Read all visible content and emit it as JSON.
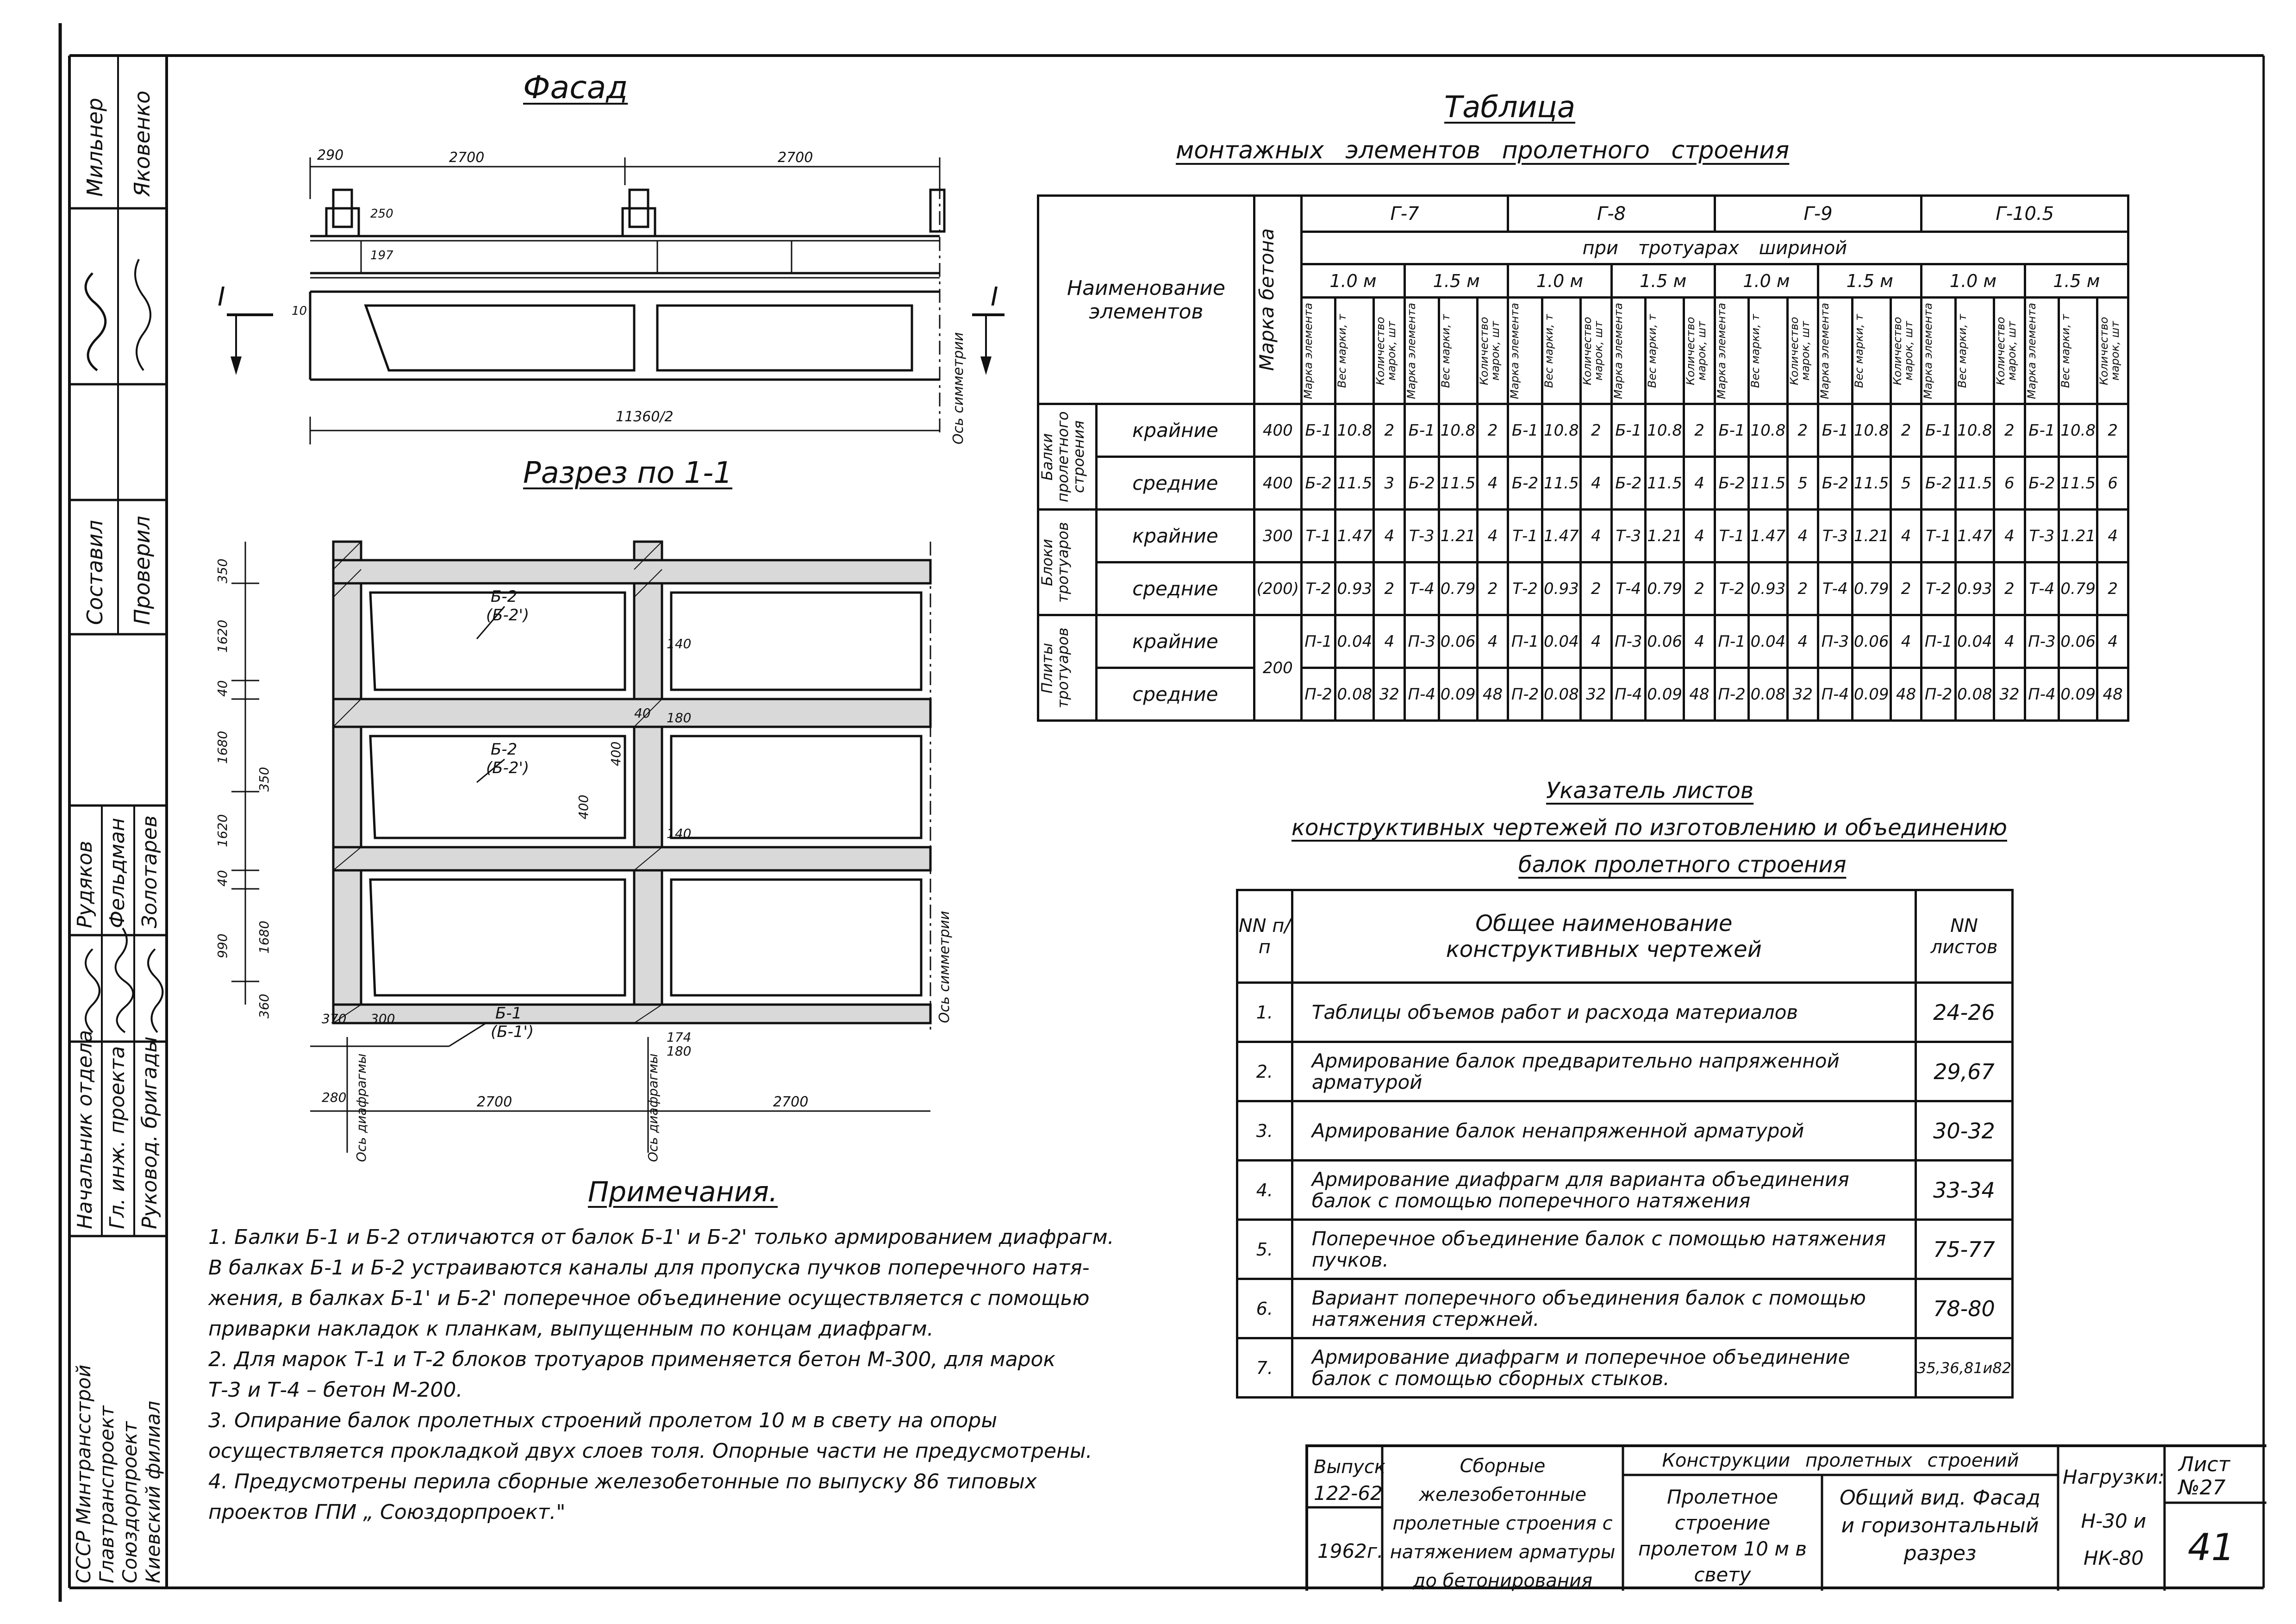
{
  "facade": {
    "title": "Фасад",
    "dims": {
      "d290": "290",
      "d2700a": "2700",
      "d2700b": "2700",
      "d250": "250",
      "d197": "197",
      "d10": "10",
      "d11360": "11360/2"
    },
    "section_mark": "I",
    "axis_label": "Ось симметрии"
  },
  "section": {
    "title": "Разрез по 1-1",
    "dims": {
      "d350a": "350",
      "d1620a": "1620",
      "d40a": "40",
      "d1680a": "1680",
      "d1620b": "1620",
      "d350b": "350",
      "d40b": "40",
      "d1680b": "1680",
      "d990": "990",
      "d360": "360",
      "d140a": "140",
      "d40c": "40",
      "d180": "180",
      "d400a": "400",
      "d400b": "400",
      "d140b": "140",
      "d174": "174",
      "d180b": "180",
      "d370": "370",
      "d300": "300",
      "d280": "280",
      "d2700a": "2700",
      "d2700b": "2700"
    },
    "beam_labels": [
      {
        "main": "Б-2",
        "alt": "(Б-2')"
      },
      {
        "main": "Б-2",
        "alt": "(Б-2')"
      },
      {
        "main": "Б-1",
        "alt": "(Б-1')"
      }
    ],
    "axis_symmetry": "Ось симметрии",
    "axis_diaphragm": "Ось диафрагмы"
  },
  "notes": {
    "title": "Примечания.",
    "items": [
      "1. Балки Б-1 и Б-2 отличаются от балок Б-1' и Б-2' только армированием диафрагм.",
      "В балках Б-1 и Б-2 устраиваются каналы для пропуска пучков поперечного натя-",
      "жения, в балках Б-1' и Б-2' поперечное объединение осуществляется с помощью",
      "приварки накладок к планкам, выпущенным по концам диафрагм.",
      "2. Для марок Т-1 и Т-2 блоков тротуаров применяется бетон М-300, для марок",
      "Т-3 и Т-4 – бетон М-200.",
      "3. Опирание балок пролетных строений пролетом 10 м в свету на опоры",
      "осуществляется прокладкой двух слоев толя. Опорные части не предусмотрены.",
      "4. Предусмотрены перила сборные железобетонные по выпуску 86 типовых",
      "проектов ГПИ „ Союздорпроект.\""
    ]
  },
  "elements_table": {
    "title": "Таблица",
    "subtitle": "монтажных элементов пролетного строения",
    "name_header": "Наименование элементов",
    "concrete_header": "Марка бетона",
    "widths_header": "при тротуарах шириной",
    "groups": [
      "Г-7",
      "Г-8",
      "Г-9",
      "Г-10.5"
    ],
    "widths": [
      "1.0 м",
      "1.5 м"
    ],
    "subcols": [
      "Марка элемента",
      "Вес марки, т",
      "Количество марок, шт"
    ],
    "categories": [
      {
        "name": "Балки пролетного строения",
        "rows": [
          {
            "name": "крайние",
            "concrete": "400",
            "cells": [
              "Б-1",
              "10.8",
              "2",
              "Б-1",
              "10.8",
              "2",
              "Б-1",
              "10.8",
              "2",
              "Б-1",
              "10.8",
              "2",
              "Б-1",
              "10.8",
              "2",
              "Б-1",
              "10.8",
              "2",
              "Б-1",
              "10.8",
              "2",
              "Б-1",
              "10.8",
              "2"
            ]
          },
          {
            "name": "средние",
            "concrete": "400",
            "cells": [
              "Б-2",
              "11.5",
              "3",
              "Б-2",
              "11.5",
              "4",
              "Б-2",
              "11.5",
              "4",
              "Б-2",
              "11.5",
              "4",
              "Б-2",
              "11.5",
              "5",
              "Б-2",
              "11.5",
              "5",
              "Б-2",
              "11.5",
              "6",
              "Б-2",
              "11.5",
              "6"
            ]
          }
        ]
      },
      {
        "name": "Блоки тротуаров",
        "rows": [
          {
            "name": "крайние",
            "concrete": "300",
            "cells": [
              "Т-1",
              "1.47",
              "4",
              "Т-3",
              "1.21",
              "4",
              "Т-1",
              "1.47",
              "4",
              "Т-3",
              "1.21",
              "4",
              "Т-1",
              "1.47",
              "4",
              "Т-3",
              "1.21",
              "4",
              "Т-1",
              "1.47",
              "4",
              "Т-3",
              "1.21",
              "4"
            ]
          },
          {
            "name": "средние",
            "concrete": "(200)",
            "cells": [
              "Т-2",
              "0.93",
              "2",
              "Т-4",
              "0.79",
              "2",
              "Т-2",
              "0.93",
              "2",
              "Т-4",
              "0.79",
              "2",
              "Т-2",
              "0.93",
              "2",
              "Т-4",
              "0.79",
              "2",
              "Т-2",
              "0.93",
              "2",
              "Т-4",
              "0.79",
              "2"
            ]
          }
        ]
      },
      {
        "name": "Плиты тротуаров",
        "rows": [
          {
            "name": "крайние",
            "concrete": "200",
            "cells": [
              "П-1",
              "0.04",
              "4",
              "П-3",
              "0.06",
              "4",
              "П-1",
              "0.04",
              "4",
              "П-3",
              "0.06",
              "4",
              "П-1",
              "0.04",
              "4",
              "П-3",
              "0.06",
              "4",
              "П-1",
              "0.04",
              "4",
              "П-3",
              "0.06",
              "4"
            ]
          },
          {
            "name": "средние",
            "concrete": "",
            "cells": [
              "П-2",
              "0.08",
              "32",
              "П-4",
              "0.09",
              "48",
              "П-2",
              "0.08",
              "32",
              "П-4",
              "0.09",
              "48",
              "П-2",
              "0.08",
              "32",
              "П-4",
              "0.09",
              "48",
              "П-2",
              "0.08",
              "32",
              "П-4",
              "0.09",
              "48"
            ]
          }
        ]
      }
    ]
  },
  "sheets_index": {
    "title_lines": [
      "Указатель листов",
      "конструктивных чертежей по изготовлению и объединению",
      "балок пролетного строения"
    ],
    "headers": {
      "num": "NN п/п",
      "name": "Общее наименование конструктивных чертежей",
      "sheets": "NN листов"
    },
    "rows": [
      {
        "num": "1.",
        "name": "Таблицы объемов работ и расхода материалов",
        "sheets": "24-26"
      },
      {
        "num": "2.",
        "name": "Армирование балок предварительно напряженной арматурой",
        "sheets": "29,67"
      },
      {
        "num": "3.",
        "name": "Армирование балок ненапряженной арматурой",
        "sheets": "30-32"
      },
      {
        "num": "4.",
        "name": "Армирование диафрагм для варианта объединения балок с помощью поперечного натяжения",
        "sheets": "33-34"
      },
      {
        "num": "5.",
        "name": "Поперечное объединение балок с помощью натяжения пучков.",
        "sheets": "75-77"
      },
      {
        "num": "6.",
        "name": "Вариант поперечного объединения балок с помощью натяжения стержней.",
        "sheets": "78-80"
      },
      {
        "num": "7.",
        "name": "Армирование диафрагм и поперечное объединение балок с помощью сборных стыков.",
        "sheets": "35,36,81и82"
      }
    ]
  },
  "title_block": {
    "issue_label": "Выпуск",
    "issue": "122-62",
    "year": "1962г.",
    "series": "Сборные железобетонные пролетные строения с натяжением арматуры до бетонирования",
    "section_title": "Конструкции пролетных строений",
    "object": "Пролетное строение пролетом 10 м в свету",
    "drawing": "Общий вид. Фасад и горизонтальный разрез",
    "loads_label": "Нагрузки:",
    "loads": "Н-30 и НК-80",
    "sheet_label": "Лист",
    "sheet_num": "№27",
    "page_num": "41"
  },
  "side_stamp": {
    "org_lines": [
      "СССР Минтрансстрой",
      "Главтранспроект",
      "Союздорпроект",
      "Киевский филиал"
    ],
    "roles": [
      "Начальник отдела",
      "Гл. инж. проекта",
      "Руковод. бригады"
    ],
    "role_names": [
      "Рудяков",
      "Фельдман",
      "Золотарев"
    ],
    "roles2": [
      "Составил",
      "Проверил"
    ],
    "names2": [
      "Мильнер",
      "Яковенко"
    ]
  }
}
